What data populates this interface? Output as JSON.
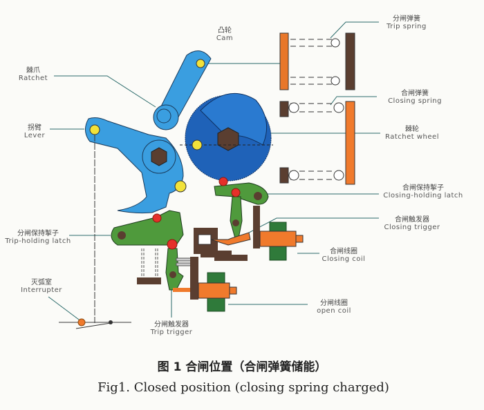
{
  "labels": {
    "cam": {
      "cn": "凸轮",
      "en": "Cam"
    },
    "ratchet": {
      "cn": "棘爪",
      "en": "Ratchet"
    },
    "lever": {
      "cn": "拐臂",
      "en": "Lever"
    },
    "trip_spring": {
      "cn": "分闸弹簧",
      "en": "Trip spring"
    },
    "closing_spring": {
      "cn": "合闸弹簧",
      "en": "Closing spring"
    },
    "ratchet_wheel": {
      "cn": "棘轮",
      "en": "Ratchet wheel"
    },
    "closing_holding_latch": {
      "cn": "合闸保持掣子",
      "en": "Closing-holding latch"
    },
    "closing_trigger": {
      "cn": "合闸触发器",
      "en": "Closing trigger"
    },
    "closing_coil": {
      "cn": "合闸线圈",
      "en": "Closing coil"
    },
    "open_coil": {
      "cn": "分闸线圈",
      "en": "open coil"
    },
    "trip_holding_latch": {
      "cn": "分闸保持掣子",
      "en": "Trip-holding latch"
    },
    "interrupter": {
      "cn": "灭弧室",
      "en": "Interrupter"
    },
    "trip_trigger": {
      "cn": "分闸触发器",
      "en": "Trip trigger"
    }
  },
  "caption": {
    "cn": "图 1 合闸位置（合闸弹簧储能）",
    "en": "Fig1. Closed position (closing spring charged)"
  },
  "colors": {
    "light_blue": "#3a9ee0",
    "dark_blue": "#1f62b8",
    "green": "#4f9a3c",
    "orange": "#f07a2c",
    "brown": "#5a3e30",
    "red": "#e5302a",
    "yellow": "#f2e23a",
    "coil_green": "#2f7a3a"
  }
}
